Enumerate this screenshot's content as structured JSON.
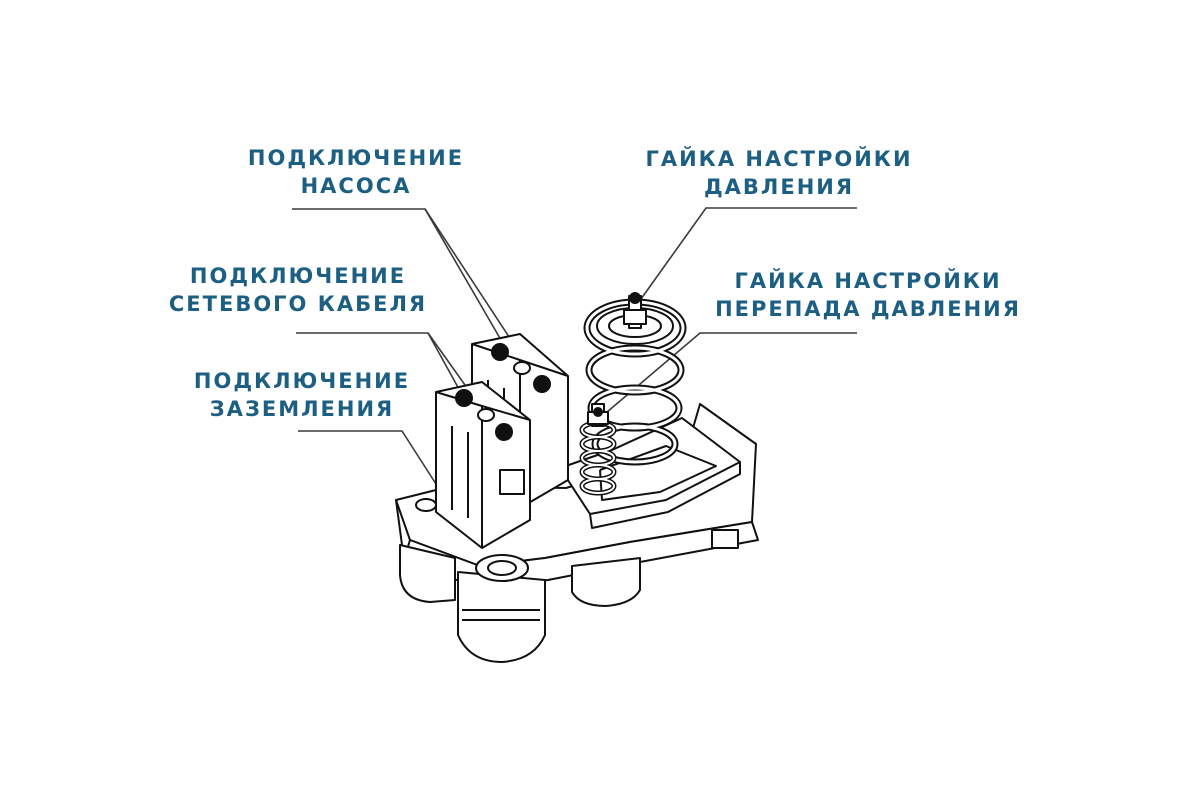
{
  "colors": {
    "label": "#1c5f82",
    "line": "#3a3a3a",
    "device_fill": "#ffffff",
    "device_stroke": "#111111"
  },
  "labels": {
    "pump": {
      "line1": "ПОДКЛЮЧЕНИЕ",
      "line2": "НАСОСА"
    },
    "mains": {
      "line1": "ПОДКЛЮЧЕНИЕ",
      "line2": "СЕТЕВОГО КАБЕЛЯ"
    },
    "ground": {
      "line1": "ПОДКЛЮЧЕНИЕ",
      "line2": "ЗАЗЕМЛЕНИЯ"
    },
    "pressure_nut": {
      "line1": "ГАЙКА НАСТРОЙКИ",
      "line2": "ДАВЛЕНИЯ"
    },
    "differential_nut": {
      "line1": "ГАЙКА НАСТРОЙКИ",
      "line2": "ПЕРЕПАДА ДАВЛЕНИЯ"
    }
  }
}
